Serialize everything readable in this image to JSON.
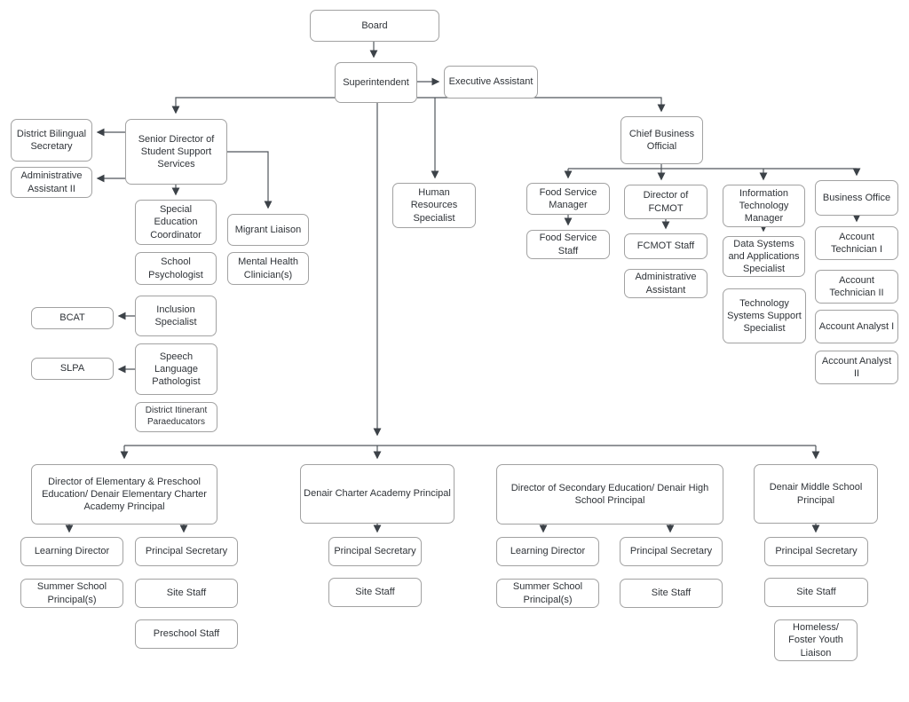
{
  "palette": {
    "background": "#ffffff",
    "box_fill": "#ffffff",
    "box_border": "#a2a2a2",
    "connector": "#50565c",
    "arrowhead": "#3c4248",
    "text": "#2f3338"
  },
  "nodes": {
    "board": {
      "label": "Board"
    },
    "superintendent": {
      "label": "Superintendent"
    },
    "exec_assistant": {
      "label": "Executive Assistant"
    },
    "dist_bilingual_sec": {
      "label": "District Bilingual Secretary"
    },
    "admin_assistant_ii": {
      "label": "Administrative Assistant II"
    },
    "senior_director": {
      "label": "Senior Director of Student Support Services"
    },
    "special_ed_coord": {
      "label": "Special Education Coordinator"
    },
    "school_psych": {
      "label": "School Psychologist"
    },
    "migrant_liaison": {
      "label": "Migrant Liaison"
    },
    "mental_health": {
      "label": "Mental Health Clinician(s)"
    },
    "bcat": {
      "label": "BCAT"
    },
    "inclusion_spec": {
      "label": "Inclusion Specialist"
    },
    "slpa": {
      "label": "SLPA"
    },
    "slp": {
      "label": "Speech Language Pathologist"
    },
    "dist_itinerant": {
      "label": "District Itinerant Paraeducators"
    },
    "hr_specialist": {
      "label": "Human Resources Specialist"
    },
    "cbo": {
      "label": "Chief Business Official"
    },
    "food_svc_mgr": {
      "label": "Food Service Manager"
    },
    "food_svc_staff": {
      "label": "Food Service Staff"
    },
    "dir_fcmot": {
      "label": "Director of FCMOT"
    },
    "fcmot_staff": {
      "label": "FCMOT Staff"
    },
    "admin_assistant": {
      "label": "Administrative Assistant"
    },
    "it_manager": {
      "label": "Information Technology Manager"
    },
    "data_systems": {
      "label": "Data Systems and Applications Specialist"
    },
    "tech_systems": {
      "label": "Technology Systems Support Specialist"
    },
    "business_office": {
      "label": "Business Office"
    },
    "acct_tech_1": {
      "label": "Account Technician I"
    },
    "acct_tech_2": {
      "label": "Account Technician II"
    },
    "acct_analyst_1": {
      "label": "Account Analyst I"
    },
    "acct_analyst_2": {
      "label": "Account Analyst II"
    },
    "dir_elementary": {
      "label": "Director of Elementary & Preschool Education/ Denair Elementary Charter Academy Principal"
    },
    "elem_learning_dir": {
      "label": "Learning Director"
    },
    "elem_summer": {
      "label": "Summer School Principal(s)"
    },
    "elem_prin_sec": {
      "label": "Principal Secretary"
    },
    "elem_site_staff": {
      "label": "Site Staff"
    },
    "preschool_staff": {
      "label": "Preschool Staff"
    },
    "dca_principal": {
      "label": "Denair Charter Academy Principal"
    },
    "dca_prin_sec": {
      "label": "Principal Secretary"
    },
    "dca_site_staff": {
      "label": "Site Staff"
    },
    "dir_secondary": {
      "label": "Director of Secondary Education/ Denair High School Principal"
    },
    "sec_learning_dir": {
      "label": "Learning Director"
    },
    "sec_summer": {
      "label": "Summer School Principal(s)"
    },
    "sec_prin_sec": {
      "label": "Principal Secretary"
    },
    "sec_site_staff": {
      "label": "Site Staff"
    },
    "dms_principal": {
      "label": "Denair Middle School Principal"
    },
    "dms_prin_sec": {
      "label": "Principal Secretary"
    },
    "dms_site_staff": {
      "label": "Site Staff"
    },
    "homeless_liaison": {
      "label": "Homeless/ Foster Youth Liaison"
    }
  },
  "edges": [
    {
      "from": "board",
      "to": "superintendent"
    },
    {
      "from": "superintendent",
      "to": "exec_assistant"
    },
    {
      "from": "superintendent",
      "to": "senior_director"
    },
    {
      "from": "superintendent",
      "to": "hr_specialist"
    },
    {
      "from": "superintendent",
      "to": "cbo"
    },
    {
      "from": "superintendent",
      "to": "dir_elementary"
    },
    {
      "from": "superintendent",
      "to": "dca_principal"
    },
    {
      "from": "superintendent",
      "to": "dir_secondary"
    },
    {
      "from": "superintendent",
      "to": "dms_principal"
    },
    {
      "from": "senior_director",
      "to": "dist_bilingual_sec"
    },
    {
      "from": "senior_director",
      "to": "admin_assistant_ii"
    },
    {
      "from": "senior_director",
      "to": "special_ed_coord"
    },
    {
      "from": "senior_director",
      "to": "migrant_liaison"
    },
    {
      "from": "inclusion_spec",
      "to": "bcat"
    },
    {
      "from": "slp",
      "to": "slpa"
    },
    {
      "from": "cbo",
      "to": "food_svc_mgr"
    },
    {
      "from": "cbo",
      "to": "dir_fcmot"
    },
    {
      "from": "cbo",
      "to": "it_manager"
    },
    {
      "from": "cbo",
      "to": "business_office"
    },
    {
      "from": "food_svc_mgr",
      "to": "food_svc_staff"
    },
    {
      "from": "dir_fcmot",
      "to": "fcmot_staff"
    },
    {
      "from": "it_manager",
      "to": "data_systems"
    },
    {
      "from": "business_office",
      "to": "acct_tech_1"
    },
    {
      "from": "dir_elementary",
      "to": "elem_learning_dir"
    },
    {
      "from": "dir_elementary",
      "to": "elem_prin_sec"
    },
    {
      "from": "dca_principal",
      "to": "dca_prin_sec"
    },
    {
      "from": "dir_secondary",
      "to": "sec_learning_dir"
    },
    {
      "from": "dir_secondary",
      "to": "sec_prin_sec"
    },
    {
      "from": "dms_principal",
      "to": "dms_prin_sec"
    }
  ]
}
